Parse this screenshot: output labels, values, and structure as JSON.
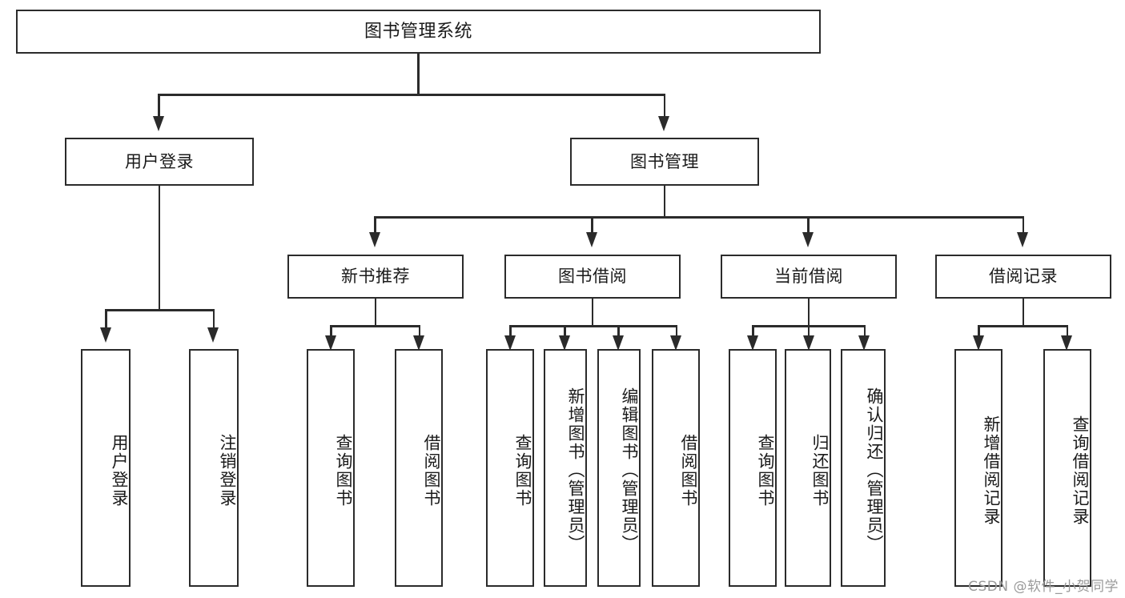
{
  "diagram": {
    "title": "图书管理系统",
    "watermark": "CSDN @软件_小贺同学",
    "line_color": "#2b2b2b",
    "box_fill": "#ffffff",
    "watermark_color": "#9a9a9a"
  },
  "levels": {
    "level1": {
      "root": {
        "label": "图书管理系统"
      }
    },
    "level2": [
      {
        "label": "用户登录"
      },
      {
        "label": "图书管理"
      }
    ],
    "level3": [
      {
        "label": "新书推荐"
      },
      {
        "label": "图书借阅"
      },
      {
        "label": "当前借阅"
      },
      {
        "label": "借阅记录"
      }
    ],
    "level4": {
      "user_login": [
        {
          "label": "用户登录"
        },
        {
          "label": "注销登录"
        }
      ],
      "new_book_recommend": [
        {
          "label": "查询图书"
        },
        {
          "label": "借阅图书"
        }
      ],
      "book_borrow": [
        {
          "label": "查询图书"
        },
        {
          "label": "新增图书（管理员）"
        },
        {
          "label": "编辑图书（管理员）"
        },
        {
          "label": "借阅图书"
        }
      ],
      "current_borrow": [
        {
          "label": "查询图书"
        },
        {
          "label": "归还图书"
        },
        {
          "label": "确认归还（管理员）"
        }
      ],
      "borrow_record": [
        {
          "label": "新增借阅记录"
        },
        {
          "label": "查询借阅记录"
        }
      ]
    }
  }
}
